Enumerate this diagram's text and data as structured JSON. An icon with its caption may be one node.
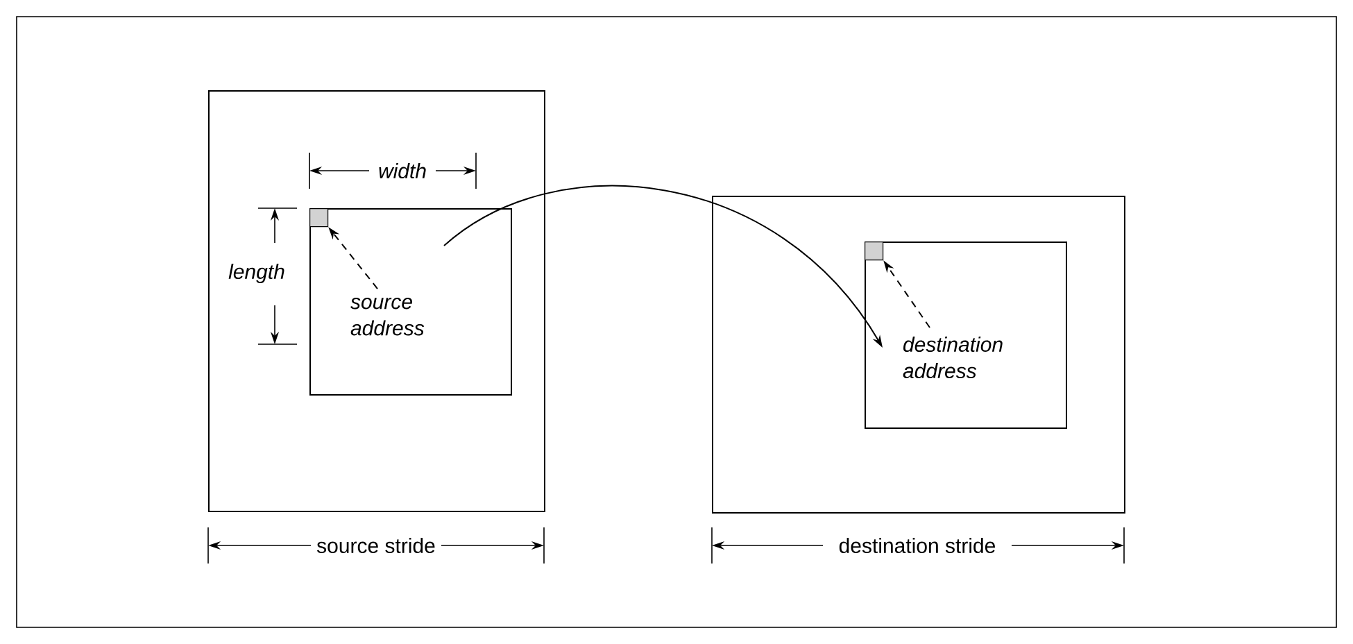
{
  "diagram": {
    "nodes": [
      {
        "text": [],
        "shape": "box"
      },
      {
        "text": [],
        "shape": "box",
        "in": 0
      },
      {
        "text": [],
        "shape": "box",
        "in": 1
      },
      {
        "text": [
          "source address"
        ],
        "in": 1
      },
      {
        "text": [],
        "shape": "box"
      },
      {
        "text": [],
        "shape": "box",
        "in": 4
      },
      {
        "text": [],
        "shape": "box",
        "in": 5
      },
      {
        "text": [
          "destination address"
        ],
        "in": 5
      }
    ],
    "edges": [
      {
        "from": 1,
        "to": 5,
        "arrow": "to"
      },
      {
        "from": 3,
        "to": 2,
        "arrow": "to",
        "style": "dashed"
      },
      {
        "from": 7,
        "to": 6,
        "arrow": "to",
        "style": "dashed"
      }
    ],
    "labels": [
      "width",
      "length",
      "source stride",
      "destination stride"
    ]
  }
}
